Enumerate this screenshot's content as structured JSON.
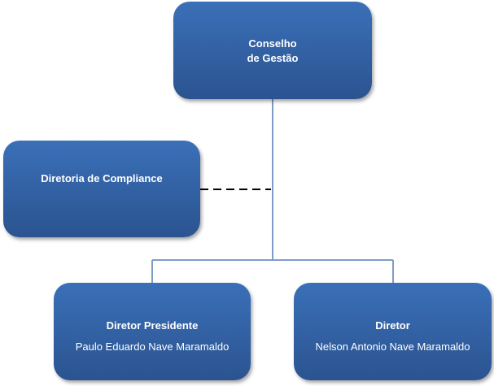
{
  "nodes": {
    "board": {
      "line1": "Conselho",
      "line2": "de Gestão"
    },
    "compliance": {
      "title": "Diretoria de Compliance"
    },
    "president": {
      "title": "Diretor Presidente",
      "name": "Paulo Eduardo Nave Maramaldo"
    },
    "director": {
      "title": "Diretor",
      "name": "Nelson Antonio Nave Maramaldo"
    }
  },
  "colors": {
    "box": "#3a70b8",
    "connector": "#7f9cc8",
    "dashed": "#000000"
  }
}
